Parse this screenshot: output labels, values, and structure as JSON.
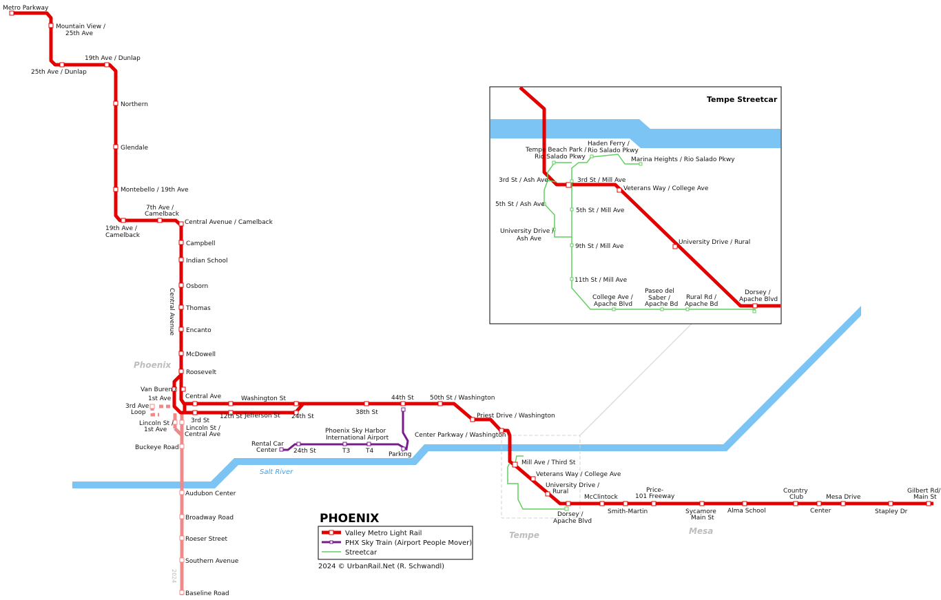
{
  "title": "PHOENIX",
  "inset": {
    "title": "Tempe Streetcar"
  },
  "rivers": {
    "salt_river": "Salt River"
  },
  "cities": {
    "phoenix": "Phoenix",
    "tempe": "Tempe",
    "mesa": "Mesa"
  },
  "line_labels": {
    "central_avenue": "Central Avenue",
    "year_2024": "2024"
  },
  "colors": {
    "light_rail": "#e30000",
    "light_rail_extension": "#f08a8a",
    "sky_train": "#7a1a8c",
    "streetcar": "#5fcf5f",
    "water": "#7cc4f4"
  },
  "legend": {
    "light_rail": "Valley Metro Light Rail",
    "sky_train": "PHX Sky Train (Airport People Mover)",
    "streetcar": "Streetcar",
    "credit": "2024 © UrbanRail.Net (R. Schwandl)"
  },
  "stations": {
    "metro_parkway": "Metro Parkway",
    "mountain_view_1": "Mountain View /",
    "mountain_view_2": "25th Ave",
    "ave19_dunlap": "19th Ave / Dunlap",
    "ave25_dunlap": "25th Ave / Dunlap",
    "northern": "Northern",
    "glendale": "Glendale",
    "montebello": "Montebello / 19th Ave",
    "ave7_camelback_1": "7th Ave /",
    "ave7_camelback_2": "Camelback",
    "ave19_camelback_1": "19th Ave /",
    "ave19_camelback_2": "Camelback",
    "central_camelback": "Central Avenue / Camelback",
    "campbell": "Campbell",
    "indian_school": "Indian School",
    "osborn": "Osborn",
    "thomas": "Thomas",
    "encanto": "Encanto",
    "mcdowell": "McDowell",
    "roosevelt": "Roosevelt",
    "van_buren_1": "Van Buren /",
    "van_buren_2": "1st Ave",
    "central_ave": "Central Ave",
    "washington_st": "Washington St",
    "ave3_loop_1": "3rd Ave",
    "ave3_loop_2": "Loop",
    "st3": "3rd St",
    "st12": "12th St",
    "jefferson_st": "Jefferson St",
    "st24": "24th St",
    "st38": "38th St",
    "st44": "44th St",
    "st50_washington": "50th St / Washington",
    "lincoln_1st_1": "Lincoln St /",
    "lincoln_1st_2": "1st Ave",
    "lincoln_central_1": "Lincoln St /",
    "lincoln_central_2": "Central Ave",
    "priest_washington": "Priest Drive / Washington",
    "center_parkway": "Center Parkway / Washington",
    "buckeye": "Buckeye Road",
    "rental_car_1": "Rental Car",
    "rental_car_2": "Center",
    "sky_24th": "24th St",
    "sky_harbor_1": "Phoenix Sky Harbor",
    "sky_harbor_2": "International Airport",
    "t3": "T3",
    "t4": "T4",
    "parking": "Parking",
    "mill_third": "Mill Ave / Third St",
    "veterans_college": "Veterans Way / College Ave",
    "university_rural_1": "University Drive /",
    "university_rural_2": "Rural",
    "dorsey_apache_1": "Dorsey /",
    "dorsey_apache_2": "Apache Blvd",
    "mcclintock": "McClintock",
    "smith_martin": "Smith-Martin",
    "price_1": "Price-",
    "price_2": "101 Freeway",
    "sycamore_1": "Sycamore",
    "sycamore_2": "Main St",
    "alma_school": "Alma School",
    "country_club_1": "Country",
    "country_club_2": "Club",
    "center": "Center",
    "mesa_drive": "Mesa Drive",
    "stapley": "Stapley Dr",
    "gilbert_1": "Gilbert Rd/",
    "gilbert_2": "Main St",
    "audubon": "Audubon Center",
    "broadway": "Broadway Road",
    "roeser": "Roeser Street",
    "southern": "Southern Avenue",
    "baseline": "Baseline Road"
  },
  "inset_stations": {
    "tempe_beach_1": "Tempe Beach Park /",
    "tempe_beach_2": "Rio Salado Pkwy",
    "haden_1": "Haden Ferry /",
    "haden_2": "Rio Salado Pkwy",
    "marina": "Marina Heights / Rio Salado Pkwy",
    "st3_ash": "3rd St / Ash Ave",
    "st3_mill": "3rd St / Mill Ave",
    "veterans": "Veterans Way / College Ave",
    "st5_ash": "5th St / Ash Ave",
    "st5_mill": "5th St / Mill Ave",
    "univ_ash_1": "University Drive /",
    "univ_ash_2": "Ash Ave",
    "st9_mill": "9th St / Mill Ave",
    "univ_rural": "University Drive / Rural",
    "st11_mill": "11th St / Mill Ave",
    "college_apache_1": "College Ave /",
    "college_apache_2": "Apache Blvd",
    "paseo_1": "Paseo del",
    "paseo_2": "Saber /",
    "paseo_3": "Apache Bd",
    "rural_apache_1": "Rural Rd /",
    "rural_apache_2": "Apache Bd",
    "dorsey_1": "Dorsey /",
    "dorsey_2": "Apache Blvd"
  }
}
